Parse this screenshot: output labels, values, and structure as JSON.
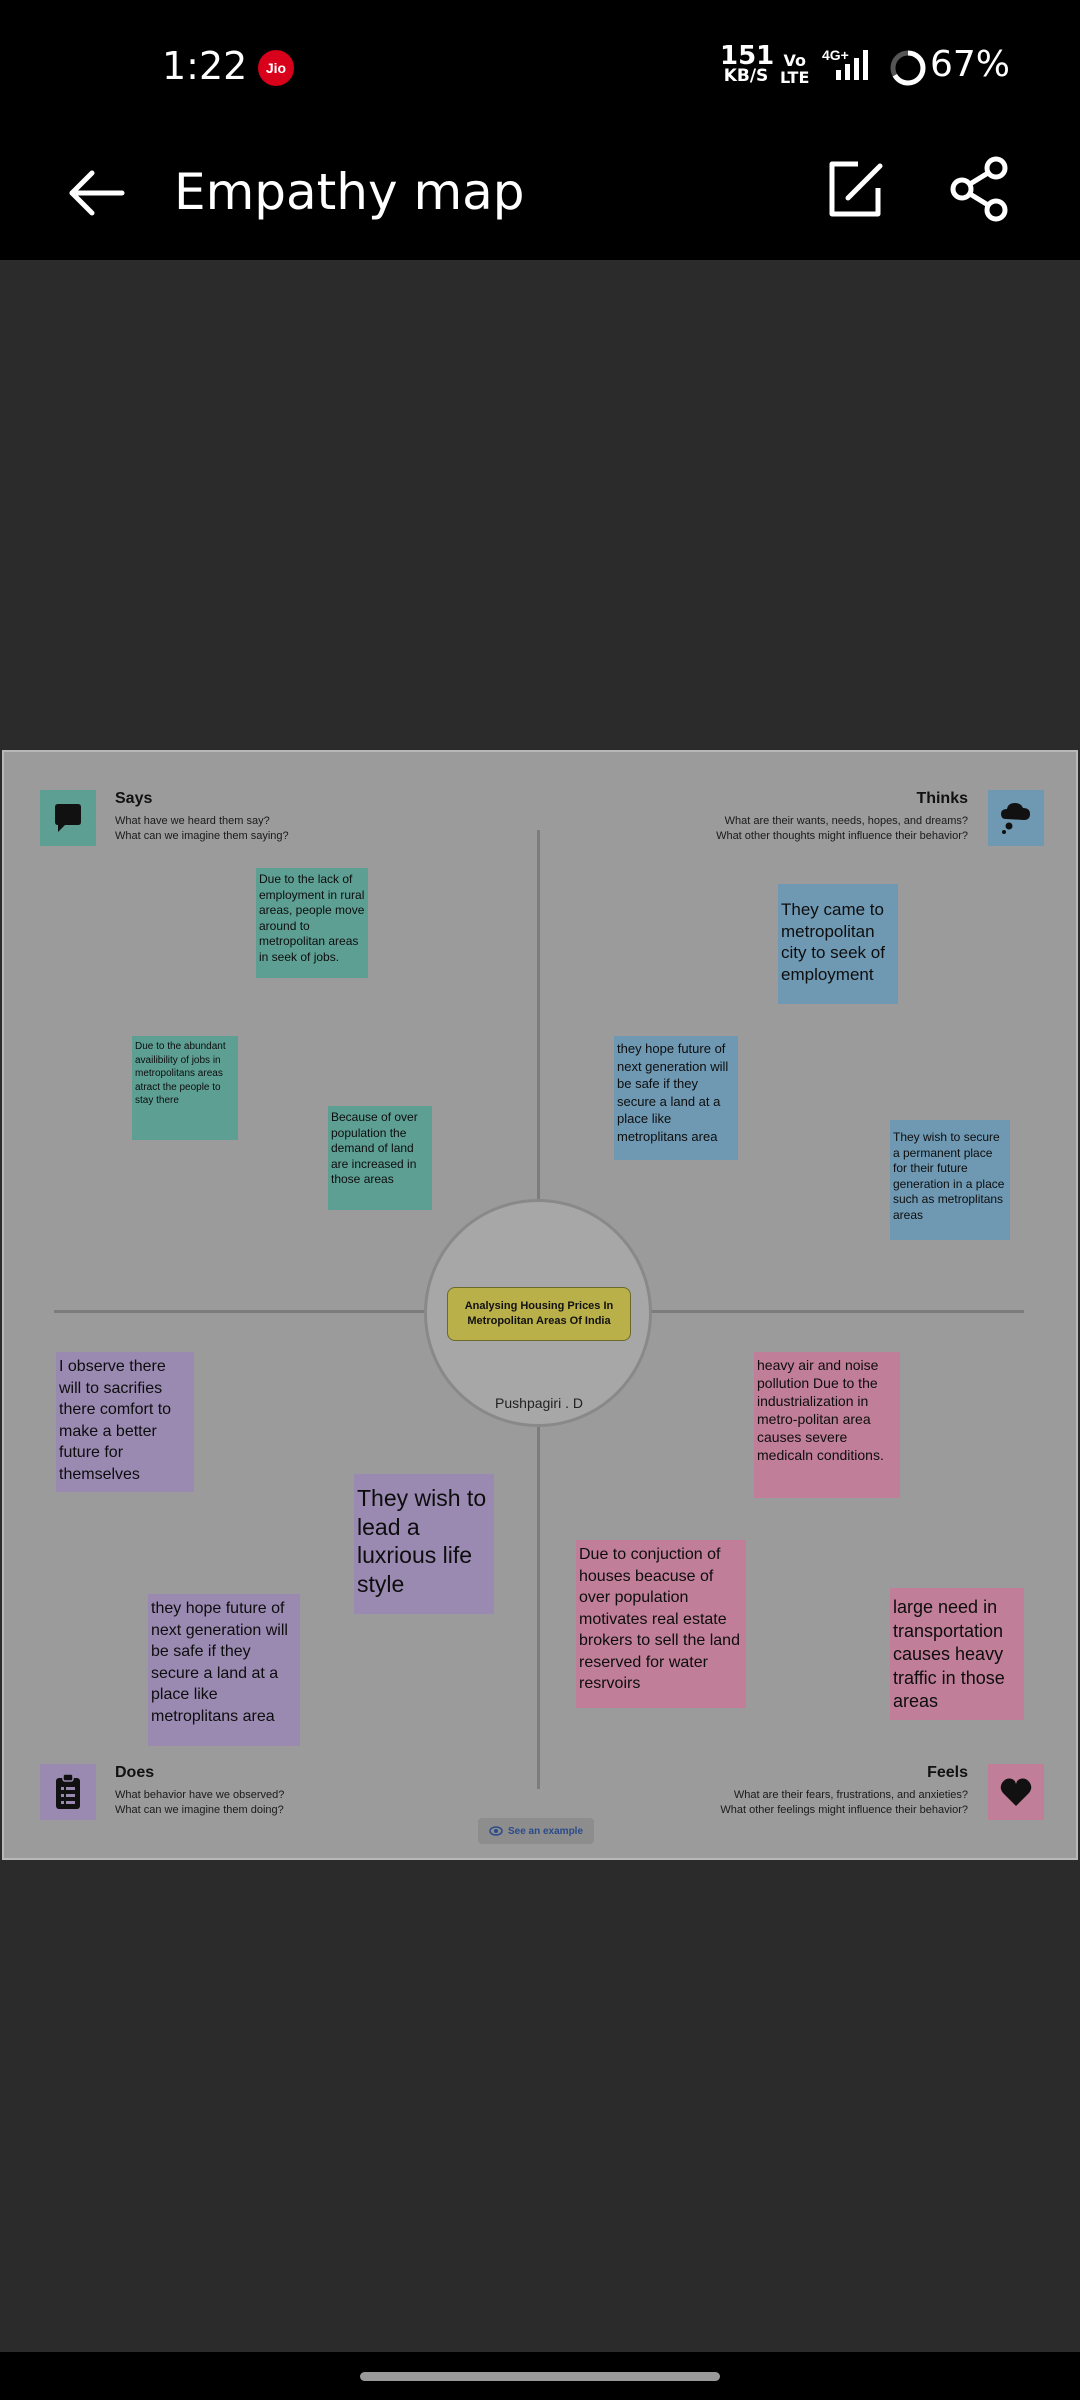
{
  "status": {
    "time": "1:22",
    "carrier_badge": "Jio",
    "net_speed_value": "151",
    "net_speed_unit": "KB/S",
    "volte_top": "Vo",
    "volte_bottom": "LTE",
    "network": "4G+",
    "battery": "67%"
  },
  "appbar": {
    "title": "Empathy map",
    "back_icon": "arrow-left-icon",
    "edit_icon": "edit-icon",
    "share_icon": "share-icon"
  },
  "map": {
    "topic": "Analysing Housing Prices In Metropolitan Areas Of India",
    "author": "Pushpagiri . D",
    "example_button": "See an example",
    "quadrants": {
      "says": {
        "title": "Says",
        "q1": "What have we heard them say?",
        "q2": "What can we imagine them saying?",
        "color": "#5e9f94",
        "icon": "speech-bubble-icon"
      },
      "thinks": {
        "title": "Thinks",
        "q1": "What are their wants, needs, hopes, and dreams?",
        "q2": "What other thoughts might influence their behavior?",
        "color": "#6f99b3",
        "icon": "thought-cloud-icon"
      },
      "does": {
        "title": "Does",
        "q1": "What behavior have we observed?",
        "q2": "What can we imagine them doing?",
        "color": "#9a8ab2",
        "icon": "clipboard-icon"
      },
      "feels": {
        "title": "Feels",
        "q1": "What are their fears, frustrations, and anxieties?",
        "q2": "What other feelings might influence their behavior?",
        "color": "#c07e98",
        "icon": "heart-icon"
      }
    },
    "notes": {
      "says_1": "Due to the lack of employment in rural areas, people move around to metropolitan areas in seek of jobs.",
      "says_2": "Due to the abundant availibility of jobs in metropolitans areas atract the people to stay there",
      "says_3": "Because of over population the demand of land are increased in those areas",
      "thinks_1": "They came to metropolitan city to seek of employment",
      "thinks_2": "they hope future of next generation will be safe if they secure a land at a place like metroplitans area",
      "thinks_3": "They wish to secure a permanent place for their future generation in a place such as metroplitans areas",
      "does_1": "I observe there will to sacrifies there comfort to make a better future for themselves",
      "does_2": "They wish to lead a luxrious life style",
      "does_3": "they hope future of next generation will be safe if they secure a land at a place like metroplitans area",
      "feels_1": "heavy air and noise pollution Due to the industrialization in metro-politan area causes severe medicaln conditions.",
      "feels_2": "Due to conjuction of houses beacuse of over population motivates real estate brokers to sell the land reserved for water resrvoirs",
      "feels_3": "large need in transportation causes heavy traffic in those areas"
    }
  }
}
